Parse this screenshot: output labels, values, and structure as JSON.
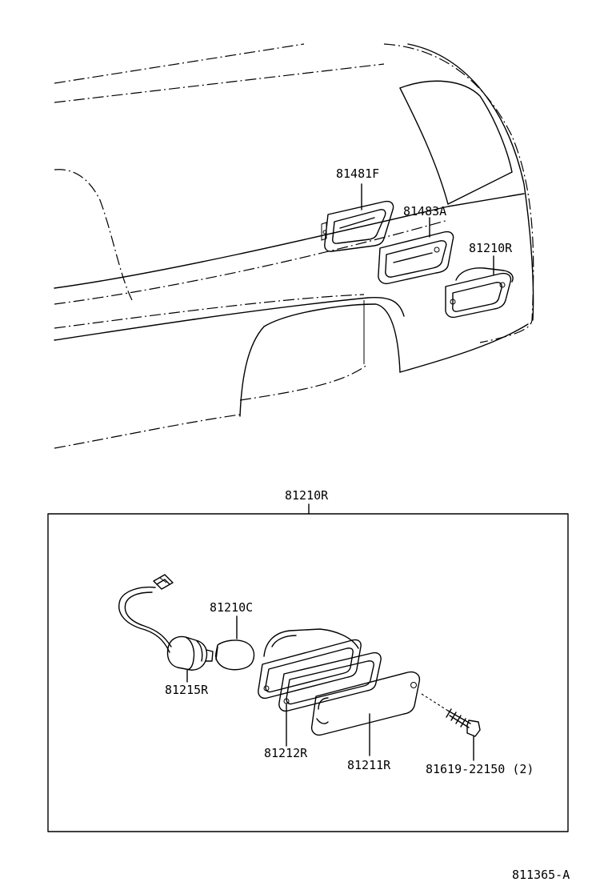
{
  "diagram": {
    "top_labels": {
      "part_81481F": "81481F",
      "part_81483A": "81483A",
      "part_81210R": "81210R"
    },
    "assembly": {
      "title": "81210R",
      "labels": {
        "part_81210C": "81210C",
        "part_81215R": "81215R",
        "part_81212R": "81212R",
        "part_81211R": "81211R",
        "part_screw": "81619-22150 (2)"
      }
    },
    "figure_id": "811365-A"
  }
}
